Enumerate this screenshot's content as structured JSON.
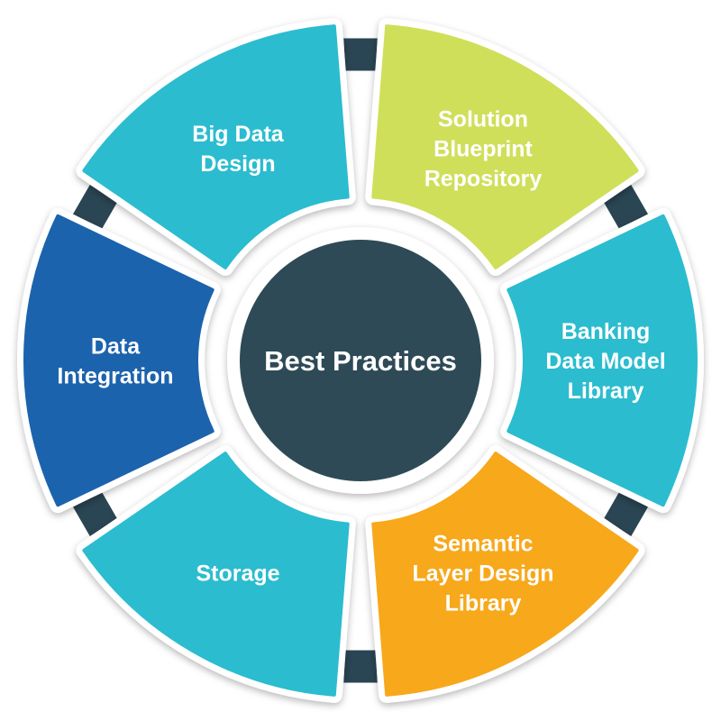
{
  "diagram": {
    "center": {
      "label": "Best Practices",
      "color": "#2e4a56"
    },
    "connector_color": "#2a4553",
    "outline_color": "#ffffff",
    "segments": [
      {
        "id": "big-data-design",
        "label_lines": [
          "Big Data",
          "Design"
        ],
        "color": "#2bbccf"
      },
      {
        "id": "solution-blueprint-repository",
        "label_lines": [
          "Solution",
          "Blueprint",
          "Repository"
        ],
        "color": "#cfdf5a"
      },
      {
        "id": "banking-data-model-library",
        "label_lines": [
          "Banking",
          "Data Model",
          "Library"
        ],
        "color": "#2bbccf"
      },
      {
        "id": "semantic-layer-design-library",
        "label_lines": [
          "Semantic",
          "Layer Design",
          "Library"
        ],
        "color": "#f7a81b"
      },
      {
        "id": "storage",
        "label_lines": [
          "Storage"
        ],
        "color": "#2bbccf"
      },
      {
        "id": "data-integration",
        "label_lines": [
          "Data",
          "Integration"
        ],
        "color": "#1c63ad"
      }
    ]
  }
}
